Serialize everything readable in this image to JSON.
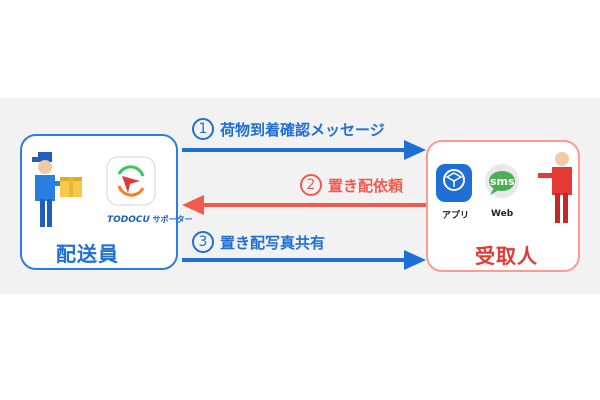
{
  "flows": [
    {
      "number": "1",
      "label": "荷物到着確認メッセージ",
      "color": "#1e6fd6"
    },
    {
      "number": "2",
      "label": "置き配依頼",
      "color": "#f25a4f"
    },
    {
      "number": "3",
      "label": "置き配写真共有",
      "color": "#1e6fd6"
    }
  ],
  "sender": {
    "label": "配送員",
    "tool_brand": "TODOCU",
    "tool_suffix": "サポーター",
    "icons": [
      "delivery-person-icon",
      "package-icon",
      "todocu-app-icon"
    ]
  },
  "receiver": {
    "label": "受取人",
    "app_label": "アプリ",
    "sms_icon_text": "sms",
    "web_label": "Web",
    "icons": [
      "app-icon",
      "sms-bubble-icon",
      "recipient-person-icon"
    ]
  },
  "colors": {
    "blue": "#1e6fd6",
    "red": "#f25a4f",
    "sender_border": "#2a7de1",
    "receiver_border": "#ff9a90",
    "band": "#f2f2f2"
  }
}
